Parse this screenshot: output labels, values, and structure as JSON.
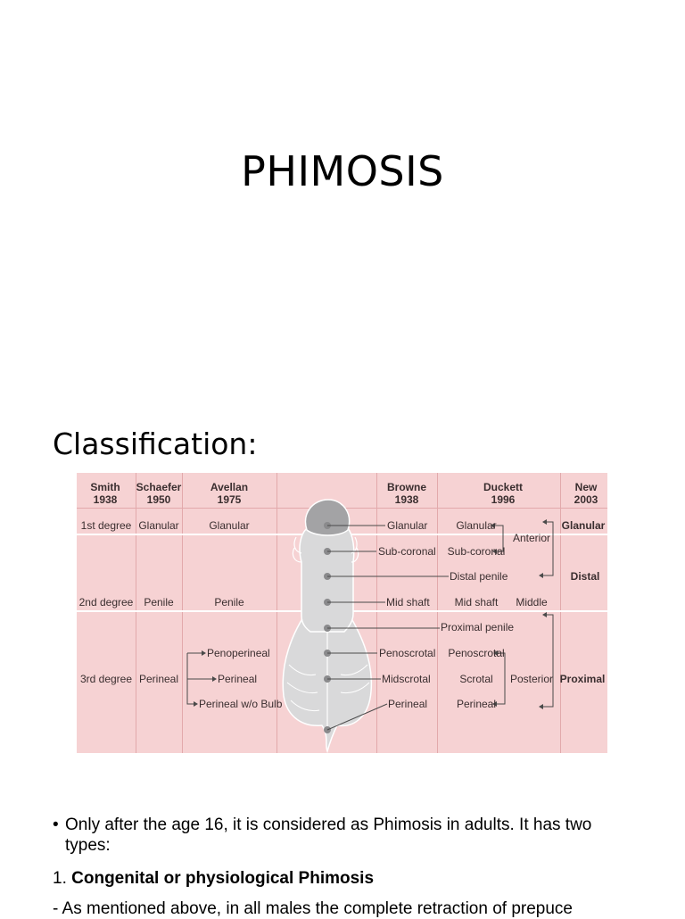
{
  "slide": {
    "title": "PHIMOSIS",
    "heading": "Classification:"
  },
  "figure": {
    "columns": [
      {
        "name": "Smith",
        "year": "1938"
      },
      {
        "name": "Schaefer",
        "year": "1950"
      },
      {
        "name": "Avellan",
        "year": "1975"
      },
      {
        "name": "Browne",
        "year": "1938"
      },
      {
        "name": "Duckett",
        "year": "1996"
      },
      {
        "name": "New",
        "year": "2003"
      }
    ],
    "smith": [
      "1st degree",
      "2nd degree",
      "3rd degree"
    ],
    "schaefer": [
      "Glanular",
      "Penile",
      "Perineal"
    ],
    "avellan": [
      "Glanular",
      "Penile",
      "Penoperineal",
      "Perineal",
      "Perineal w/o Bulb"
    ],
    "browne": [
      "Glanular",
      "Sub-coronal",
      "Distal penile",
      "Mid shaft",
      "Proximal penile",
      "Penoscrotal",
      "Midscrotal",
      "Perineal"
    ],
    "duckett": [
      "Glanular",
      "Sub-coronal",
      "Mid shaft",
      "Penoscrotal",
      "Scrotal",
      "Perineal"
    ],
    "duckett_groups": [
      "Anterior",
      "Middle",
      "Posterior"
    ],
    "new": [
      "Glanular",
      "Distal",
      "Proximal"
    ],
    "colors": {
      "background": "#f6d2d3",
      "grid": "#e2a9ab",
      "organ": "#d9d9da",
      "glans": "#a3a3a5",
      "dot": "#8a8a8c",
      "text": "#3a2e2f"
    }
  },
  "body": {
    "bullet": "•",
    "bullet_text": "Only after the age 16, it is considered as Phimosis in adults. It has two types:",
    "item1_number": "1.",
    "item1_title": "Congenital or physiological Phimosis",
    "item1_desc": "- As mentioned above, in all males the complete retraction of prepuce"
  }
}
